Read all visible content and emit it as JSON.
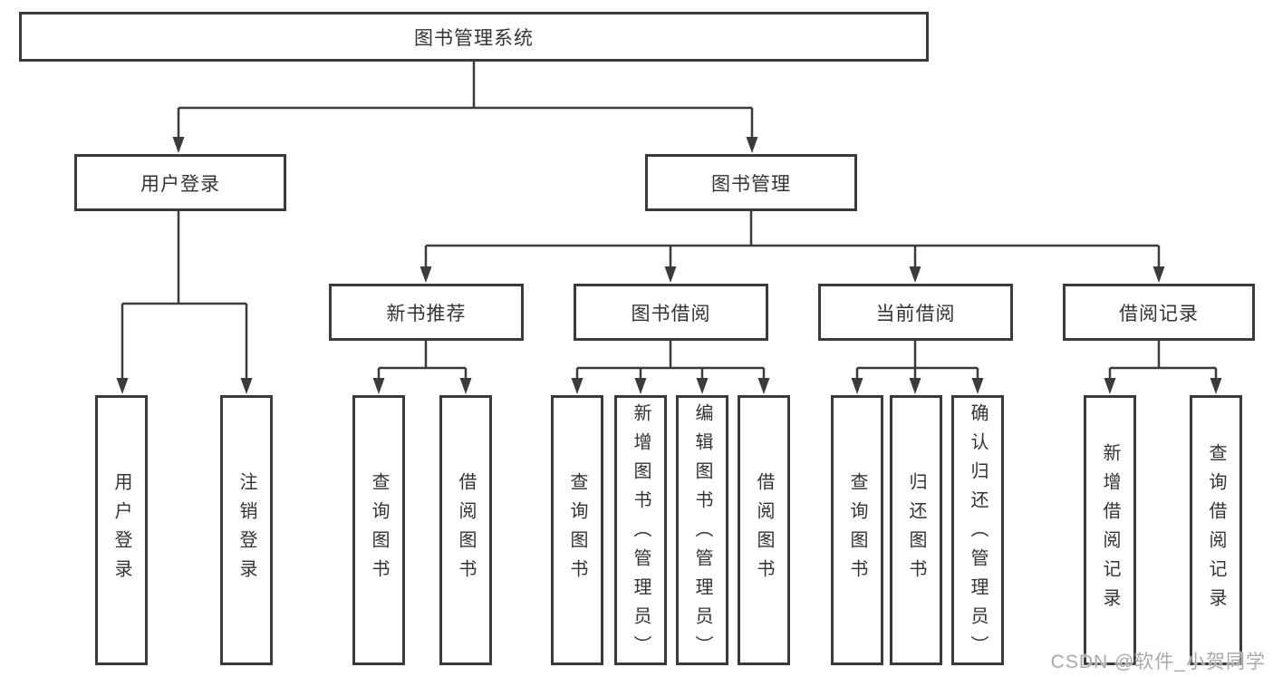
{
  "diagram": {
    "title": "图书管理系统",
    "root": {
      "label": "图书管理系统"
    },
    "level2": [
      {
        "label": "用户登录",
        "parent": "图书管理系统"
      },
      {
        "label": "图书管理",
        "parent": "图书管理系统"
      }
    ],
    "level3": [
      {
        "label": "新书推荐",
        "parent": "图书管理"
      },
      {
        "label": "图书借阅",
        "parent": "图书管理"
      },
      {
        "label": "当前借阅",
        "parent": "图书管理"
      },
      {
        "label": "借阅记录",
        "parent": "图书管理"
      }
    ],
    "leaves": [
      {
        "label": "用户登录",
        "parent": "用户登录"
      },
      {
        "label": "注销登录",
        "parent": "用户登录"
      },
      {
        "label": "查询图书",
        "parent": "新书推荐"
      },
      {
        "label": "借阅图书",
        "parent": "新书推荐"
      },
      {
        "label": "查询图书",
        "parent": "图书借阅"
      },
      {
        "label": "新增图书（管理员）",
        "parent": "图书借阅"
      },
      {
        "label": "编辑图书（管理员）",
        "parent": "图书借阅"
      },
      {
        "label": "借阅图书",
        "parent": "图书借阅"
      },
      {
        "label": "查询图书",
        "parent": "当前借阅"
      },
      {
        "label": "归还图书",
        "parent": "当前借阅"
      },
      {
        "label": "确认归还（管理员）",
        "parent": "当前借阅"
      },
      {
        "label": "新增借阅记录",
        "parent": "借阅记录"
      },
      {
        "label": "查询借阅记录",
        "parent": "借阅记录"
      }
    ],
    "watermark": "CSDN @软件_小贺同学",
    "colors": {
      "line": "#3b3b3b",
      "border": "#3a3a3a",
      "text": "#333333",
      "watermark": "#a9a9a9",
      "background": "#ffffff"
    }
  }
}
